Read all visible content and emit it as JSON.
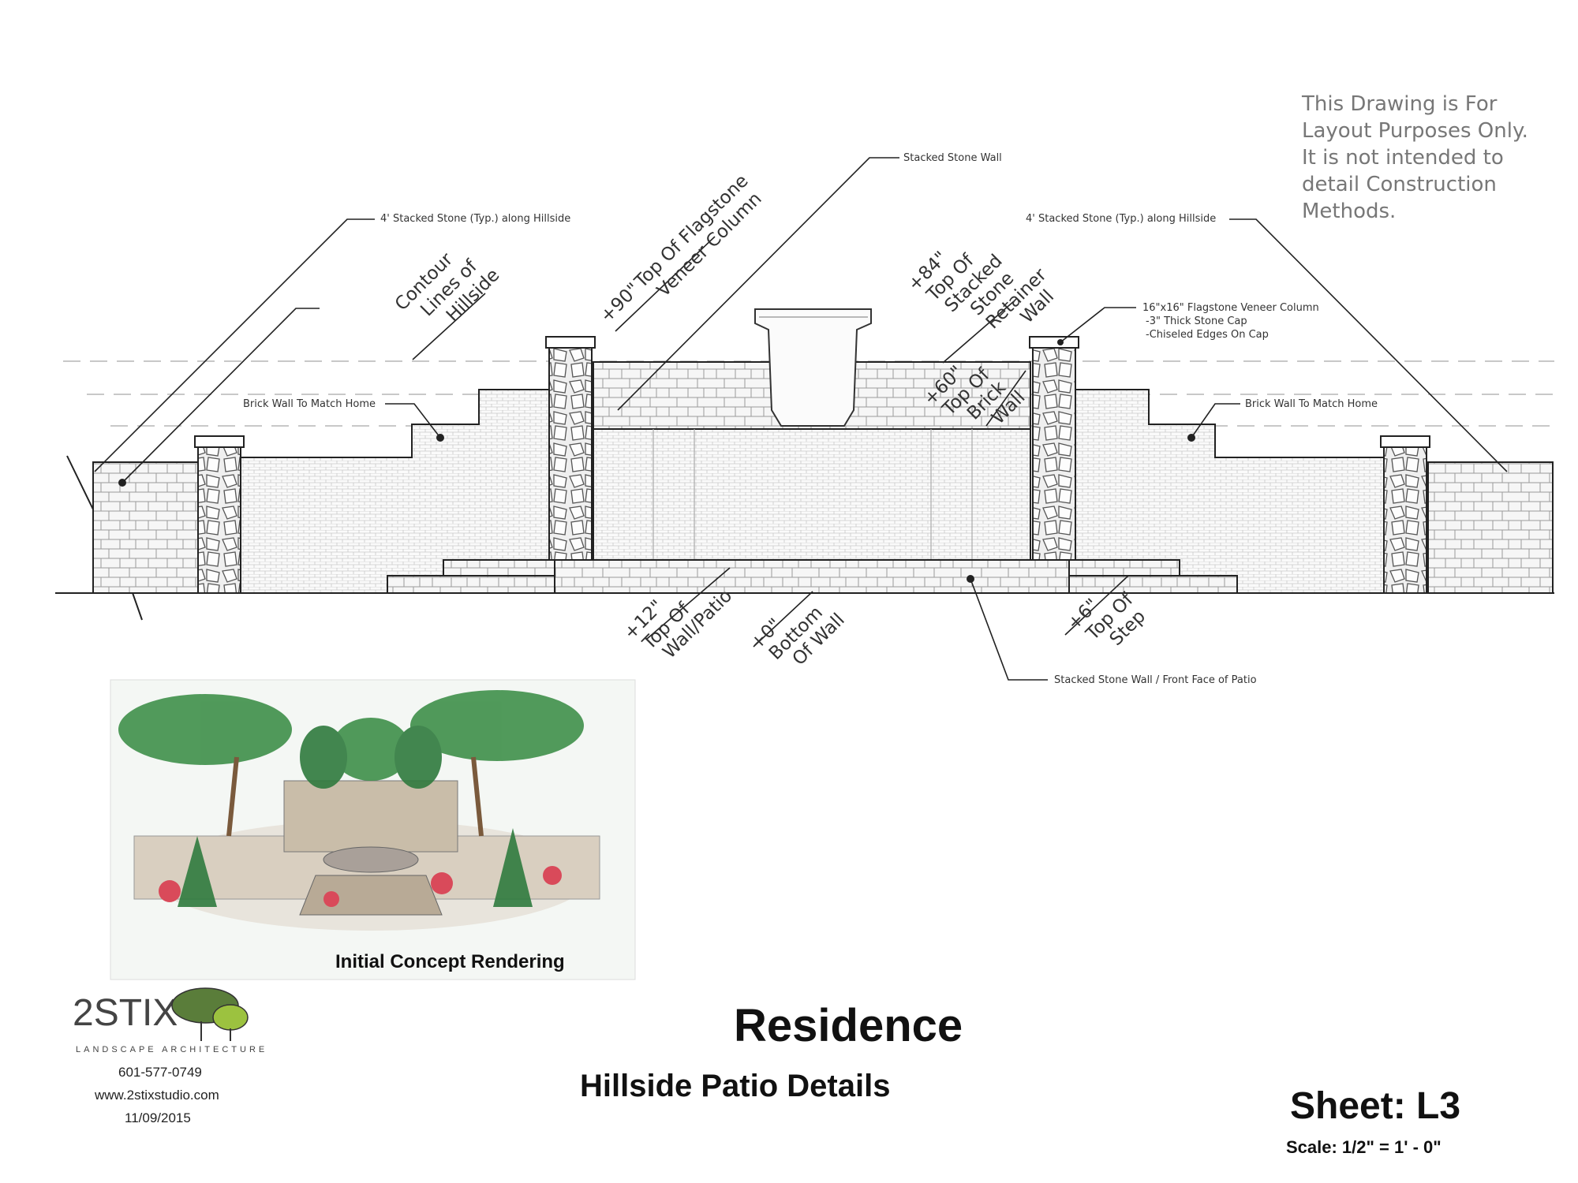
{
  "note": {
    "lines": [
      "This Drawing is For",
      "Layout Purposes Only.",
      "It is not intended to",
      "detail Construction",
      "Methods."
    ]
  },
  "callouts": {
    "stacked_stone_wall": "Stacked Stone Wall",
    "stone_hillside_left": "4' Stacked Stone (Typ.) along Hillside",
    "stone_hillside_right": "4' Stacked Stone (Typ.) along Hillside",
    "brick_left": "Brick Wall To Match Home",
    "brick_right": "Brick Wall To Match Home",
    "column_note": [
      "16\"x16\" Flagstone Veneer Column",
      "-3\" Thick Stone Cap",
      "-Chiseled Edges On Cap"
    ],
    "front_face": "Stacked Stone Wall / Front Face of Patio"
  },
  "dimensions": {
    "contour": [
      "Contour",
      "Lines of",
      "Hillside"
    ],
    "plus90": [
      "+90\"",
      "Top Of Flagstone",
      "Veneer Column"
    ],
    "plus84": [
      "+84\"",
      "Top Of",
      "Stacked",
      "Stone",
      "Retainer",
      "Wall"
    ],
    "plus60": [
      "+60\"",
      "Top Of",
      "Brick",
      "Wall"
    ],
    "plus12": [
      "+12\"",
      "Top Of",
      "Wall/Patio"
    ],
    "plus0": [
      "+0\"",
      "Bottom",
      "Of Wall"
    ],
    "plus6": [
      "+6\"",
      "Top Of",
      "Step"
    ]
  },
  "rendering": {
    "caption": "Initial Concept Rendering"
  },
  "firm": {
    "name": "2STIX",
    "sub": "LANDSCAPE ARCHITECTURE",
    "phone": "601-577-0749",
    "web": "www.2stixstudio.com",
    "date": "11/09/2015"
  },
  "title": {
    "project": "Residence",
    "subtitle": "Hillside Patio Details"
  },
  "sheet": {
    "label": "Sheet: L3",
    "scale": "Scale: 1/2\" = 1' - 0\""
  },
  "colors": {
    "ink": "#222222",
    "stone": "#9a9a9a",
    "tree_green": "#3f8f4a",
    "note_gray": "#777777"
  }
}
